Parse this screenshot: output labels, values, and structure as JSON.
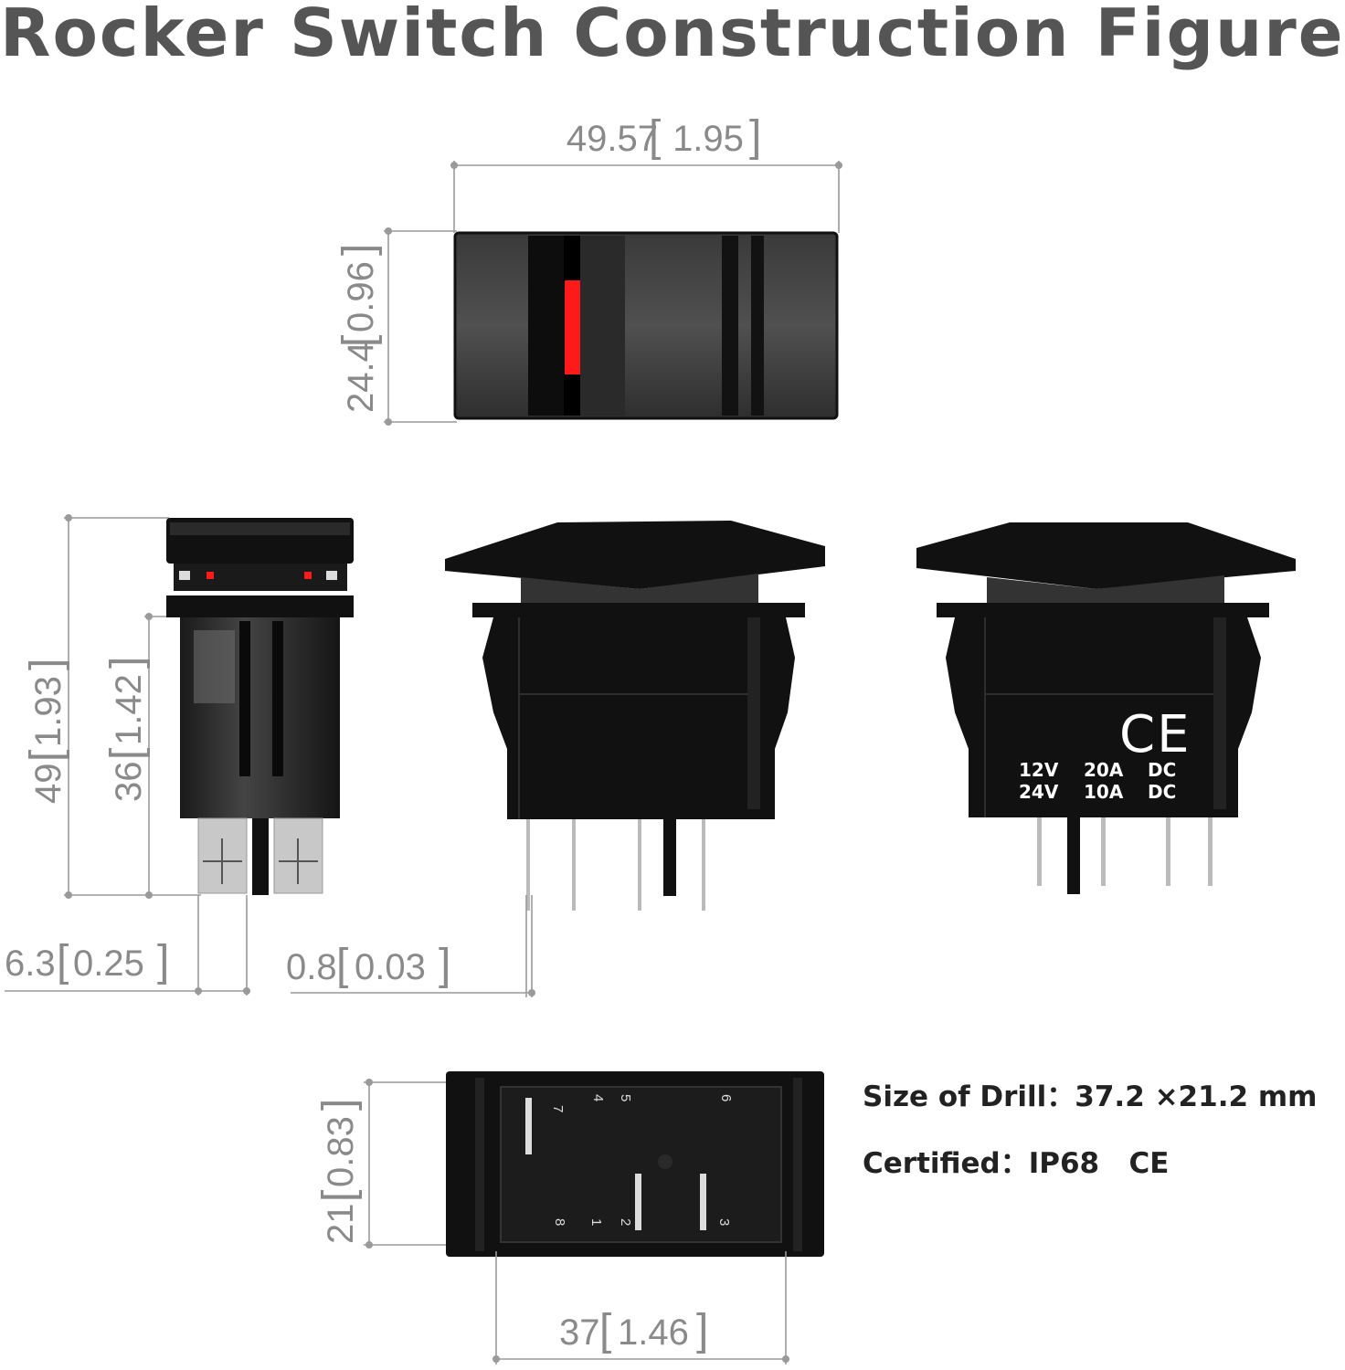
{
  "title": "Rocker Switch Construction Figure",
  "dimensions": {
    "top_width": {
      "value": "49.57",
      "inch": "1.95"
    },
    "top_height": {
      "value": "24.4",
      "inch": "0.96"
    },
    "side_height": {
      "value": "49",
      "inch": "1.93"
    },
    "body_height": {
      "value": "36",
      "inch": "1.42"
    },
    "terminal_width": {
      "value": "6.3",
      "inch": "0.25"
    },
    "pin_thickness": {
      "value": "0.8",
      "inch": "0.03"
    },
    "bottom_height": {
      "value": "21",
      "inch": "0.83"
    },
    "bottom_width": {
      "value": "37",
      "inch": "1.46"
    }
  },
  "switch_label": {
    "ce_mark": "CE",
    "row1": [
      "12V",
      "20A",
      "DC"
    ],
    "row2": [
      "24V",
      "10A",
      "DC"
    ]
  },
  "pin_numbers": {
    "top": [
      "7",
      "4",
      "5",
      "6"
    ],
    "bottom": [
      "8",
      "1",
      "2",
      "3"
    ]
  },
  "specs": {
    "drill_label": "Size of Drill：",
    "drill_value": "37.2 ×21.2 mm",
    "cert_label": "Certified：",
    "cert_value": "IP68   CE"
  },
  "colors": {
    "indicator": "#ff1a1a",
    "switch_body": "#111111",
    "dimension": "#8a8a8a",
    "title": "#555555"
  }
}
